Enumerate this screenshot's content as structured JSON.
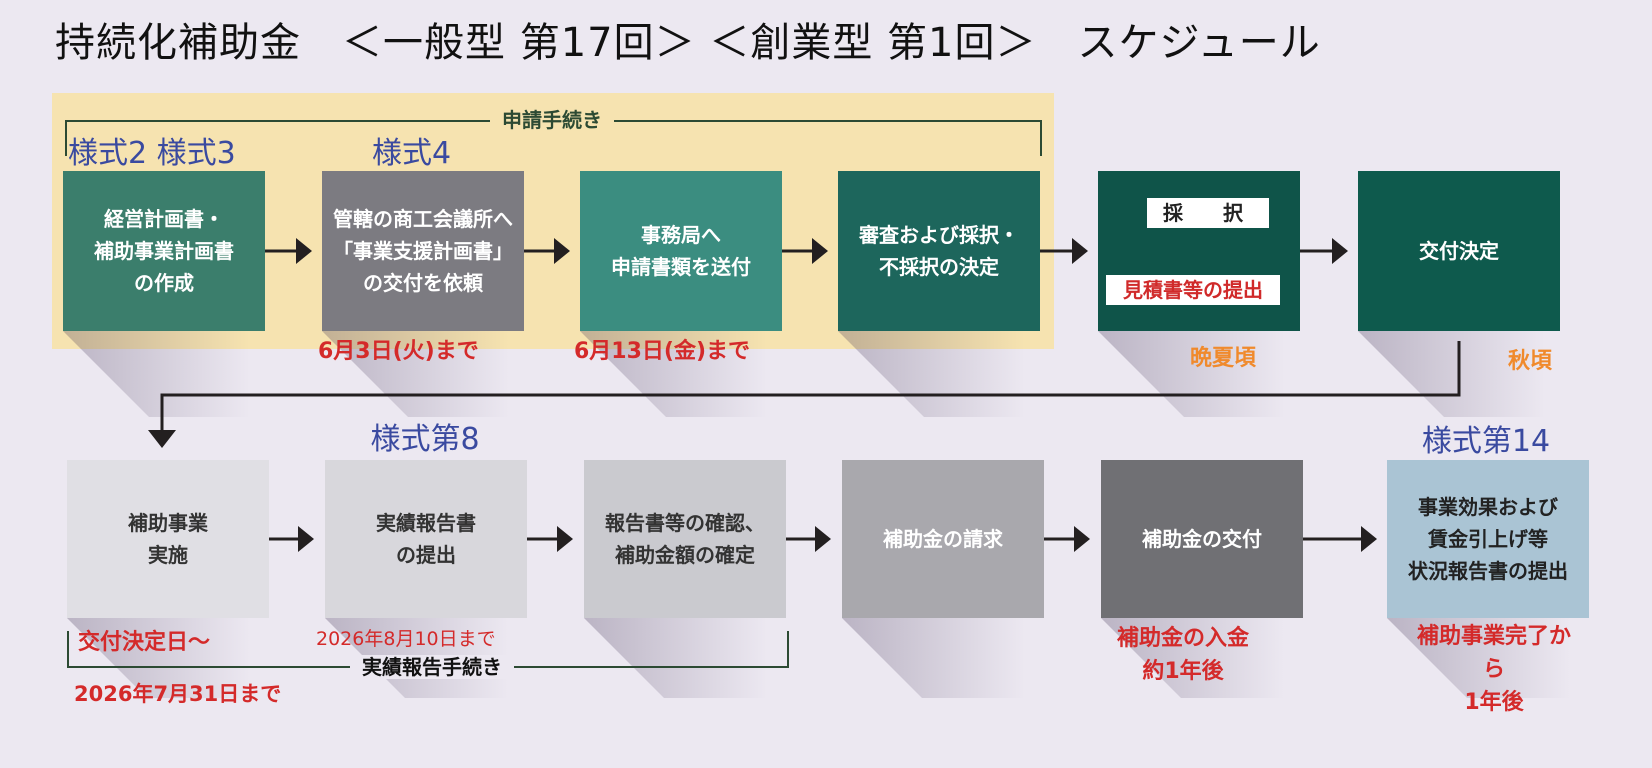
{
  "title": "持続化補助金　＜一般型 第17回＞ ＜創業型 第1回＞　スケジュール",
  "application": {
    "label": "申請手続き",
    "steps": [
      {
        "form": "様式2 様式3",
        "text": "経営計画書・\n補助事業計画書\nの作成"
      },
      {
        "form": "様式4",
        "text": "管轄の商工会議所へ\n「事業支援計画書」\nの交付を依頼",
        "deadline": "6月3日(火)まで"
      },
      {
        "text": "事務局へ\n申請書類を送付",
        "deadline": "6月13日(金)まで"
      },
      {
        "text": "審査および採択・\n不採択の決定"
      }
    ]
  },
  "adoption": {
    "badge": "採　択",
    "note": "見積書等の提出",
    "timing": "晩夏頃"
  },
  "grant_decision": {
    "text": "交付決定",
    "timing": "秋頃"
  },
  "implementation": {
    "label": "実績報告手続き",
    "steps": [
      {
        "text": "補助事業\n実施",
        "start": "交付決定日～",
        "deadline": "2026年7月31日まで"
      },
      {
        "form": "様式第8",
        "text": "実績報告書\nの提出",
        "deadline": "2026年8月10日まで"
      },
      {
        "text": "報告書等の確認、\n補助金額の確定"
      },
      {
        "text": "補助金の請求"
      },
      {
        "text": "補助金の交付",
        "note": "補助金の入金\n約1年後"
      },
      {
        "form": "様式第14",
        "text": "事業効果および\n賃金引上げ等\n状況報告書の提出",
        "note": "補助事業完了から\n1年後"
      }
    ]
  },
  "colors": {
    "background": "#ece8f1",
    "application_panel": "#f6e3b0",
    "form_label": "#3a4aa0",
    "deadline_red": "#d42a2a",
    "timing_orange": "#f08a2c",
    "bracket_green": "#2c4a33"
  }
}
